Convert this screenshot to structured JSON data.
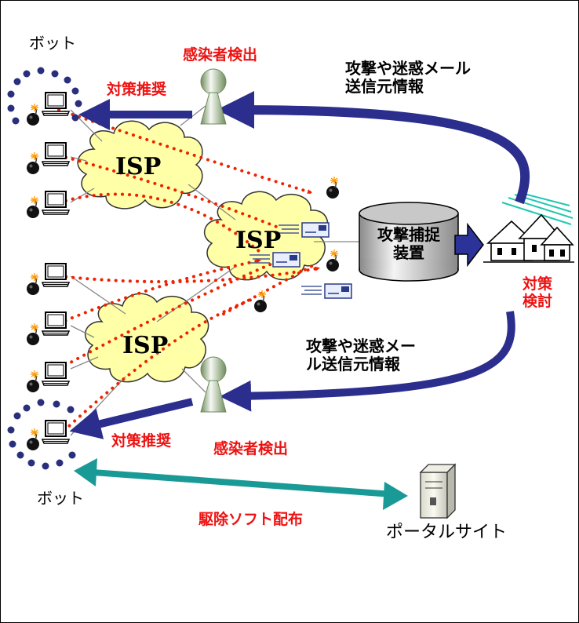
{
  "labels": {
    "bot_top": "ボット",
    "bot_bottom": "ボット",
    "detect_top": "感染者検出",
    "detect_bottom": "感染者検出",
    "recommend_top": "対策推奨",
    "recommend_bottom": "対策推奨",
    "info_top": "攻撃や迷惑メール\n送信元情報",
    "info_bottom": "攻撃や迷惑メー\nル送信元情報",
    "capture_device": "攻撃捕捉\n装置",
    "countermeasure": "対策\n検討",
    "removal_software": "駆除ソフト配布",
    "portal_site": "ポータルサイト",
    "isp_1": "ISP",
    "isp_2": "ISP",
    "isp_3": "ISP"
  },
  "colors": {
    "arrow_blue": "#2b2e8c",
    "arrow_teal": "#1a9a96",
    "dots_navy": "#2a2f7d",
    "red_dots": "#ee2200",
    "cloud_fill": "#ffffa8",
    "red_text": "#ee1111"
  }
}
